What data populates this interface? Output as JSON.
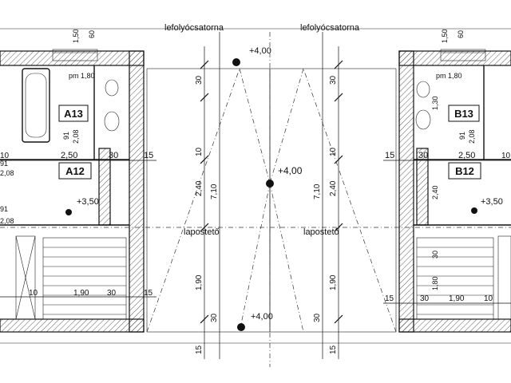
{
  "rooms": {
    "a13": "A13",
    "a12": "A12",
    "b13": "B13",
    "b12": "B12"
  },
  "labels": {
    "gutter_left": "lefolyócsatorna",
    "gutter_right": "lefolyócsatorna",
    "flat_roof_left": "lapostető",
    "flat_roof_right": "lapostető",
    "pm_left": "pm 1,80",
    "pm_right": "pm 1,80"
  },
  "levels": {
    "top": "+4,00",
    "middle": "+4,00",
    "bottom": "+4,00",
    "floor_left": "+3,50",
    "floor_right": "+3,50"
  },
  "dims": {
    "top_150": "1,50",
    "top_60": "60",
    "d_30": "30",
    "d_10": "10",
    "d_240": "2,40",
    "d_710": "7,10",
    "d_190": "1,90",
    "d_15": "15",
    "d_250": "2,50",
    "d_91": "91",
    "d_208": "2,08",
    "d_180": "1,80",
    "d_130": "1,30"
  }
}
